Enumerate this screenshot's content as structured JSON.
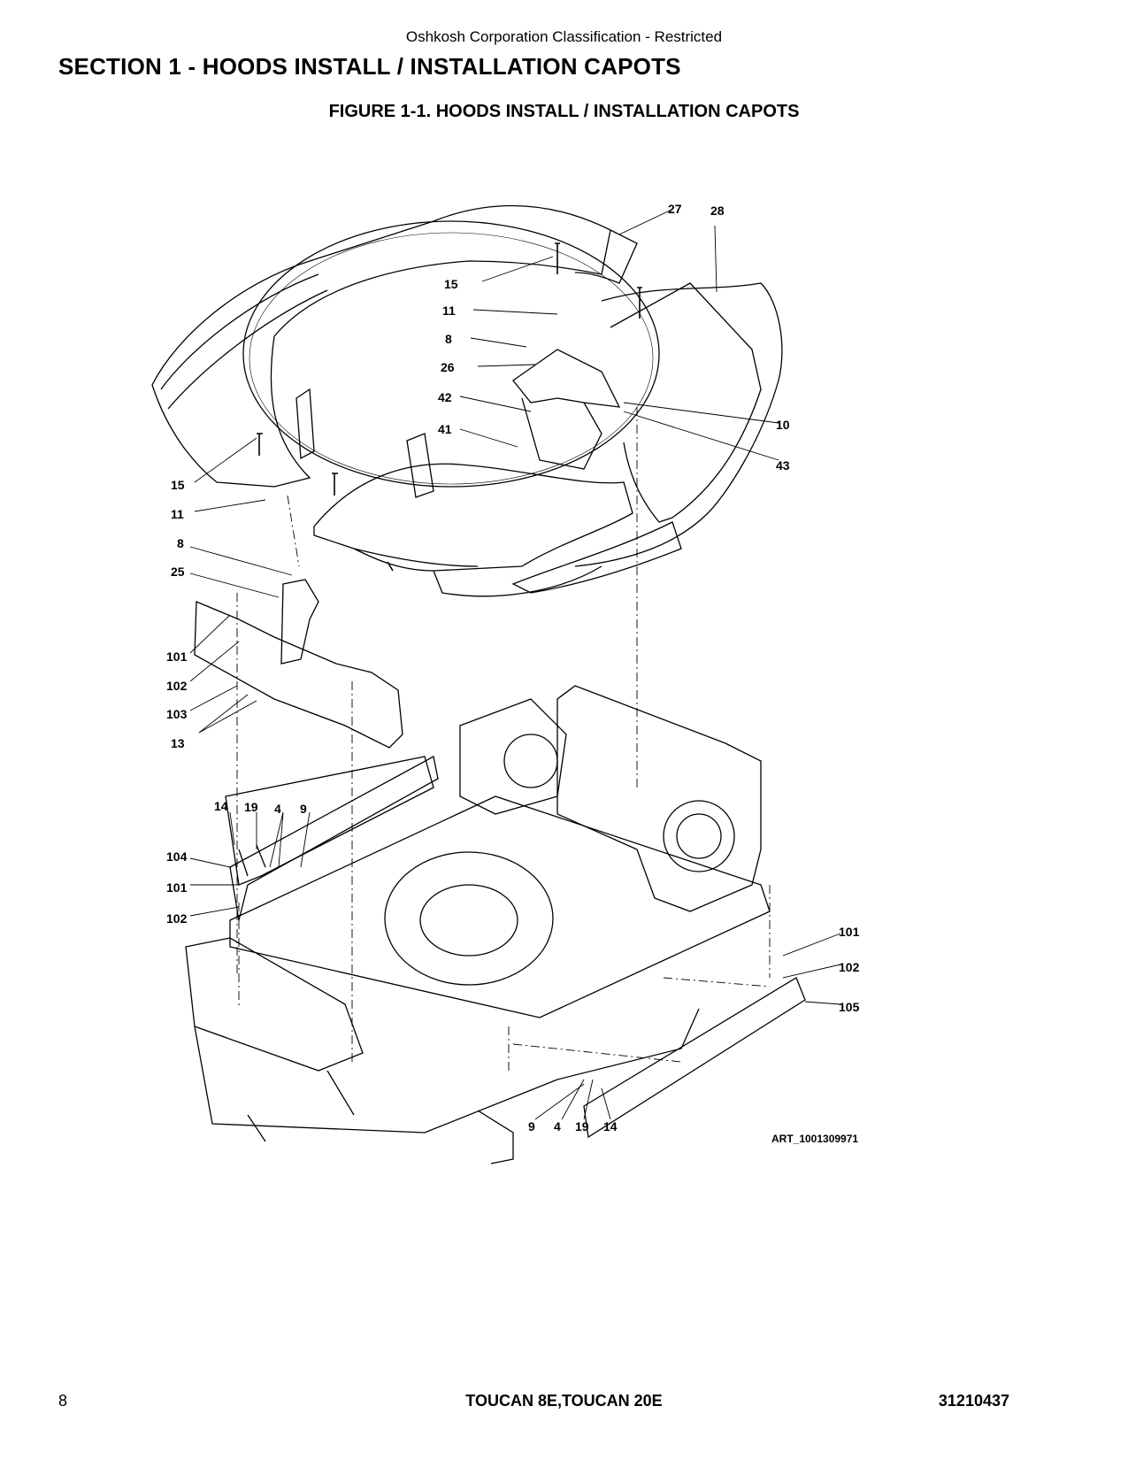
{
  "header": {
    "classification": "Oshkosh Corporation Classification - Restricted",
    "section_title": "SECTION 1 - HOODS INSTALL / INSTALLATION CAPOTS",
    "figure_title": "FIGURE 1-1. HOODS INSTALL / INSTALLATION CAPOTS"
  },
  "diagram": {
    "art_id": "ART_1001309971",
    "callouts": {
      "c27": "27",
      "c28": "28",
      "c15a": "15",
      "c11a": "11",
      "c8a": "8",
      "c26": "26",
      "c42": "42",
      "c41": "41",
      "c10": "10",
      "c43": "43",
      "c15b": "15",
      "c11b": "11",
      "c8b": "8",
      "c25": "25",
      "c101a": "101",
      "c102a": "102",
      "c103": "103",
      "c13": "13",
      "c14a": "14",
      "c19a": "19",
      "c4a": "4",
      "c9a": "9",
      "c104": "104",
      "c101b": "101",
      "c102b": "102",
      "c101c": "101",
      "c102c": "102",
      "c105": "105",
      "c9b": "9",
      "c4b": "4",
      "c19b": "19",
      "c14b": "14"
    }
  },
  "footer": {
    "page_number": "8",
    "model": "TOUCAN 8E,TOUCAN 20E",
    "doc_number": "31210437"
  }
}
